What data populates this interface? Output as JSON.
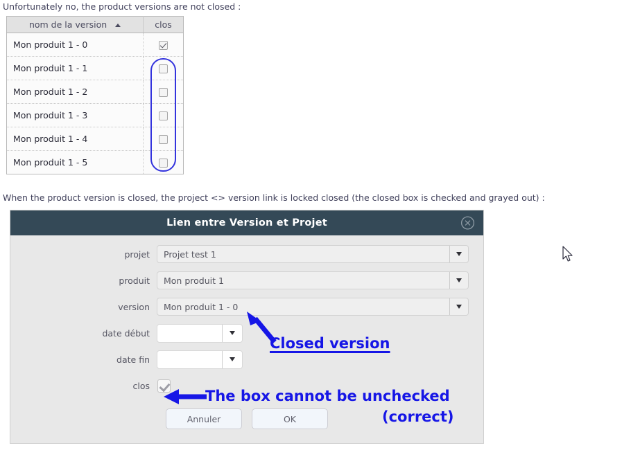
{
  "captions": {
    "top": "Unfortunately no, the product versions are not closed :",
    "middle": "When the product version is closed, the project <> version link is locked closed (the closed box is checked and grayed out) :"
  },
  "versions_table": {
    "columns": [
      "nom de la version",
      "clos"
    ],
    "sort": {
      "column": "nom de la version",
      "direction": "ascending",
      "icon": "sort-ascending-icon"
    },
    "rows": [
      {
        "name": "Mon produit 1 - 0",
        "closed": true
      },
      {
        "name": "Mon produit 1 - 1",
        "closed": false
      },
      {
        "name": "Mon produit 1 - 2",
        "closed": false
      },
      {
        "name": "Mon produit 1 - 3",
        "closed": false
      },
      {
        "name": "Mon produit 1 - 4",
        "closed": false
      },
      {
        "name": "Mon produit 1 - 5",
        "closed": false
      }
    ]
  },
  "dialog": {
    "title": "Lien entre Version et Projet",
    "close_icon": "close-circle-icon",
    "fields": [
      {
        "label": "projet",
        "value": "Projet test 1",
        "type": "select",
        "arrow_icon": "chevron-down-icon"
      },
      {
        "label": "produit",
        "value": "Mon produit 1",
        "type": "select",
        "arrow_icon": "chevron-down-icon"
      },
      {
        "label": "version",
        "value": "Mon produit 1 - 0",
        "type": "select",
        "arrow_icon": "chevron-down-icon"
      },
      {
        "label": "date début",
        "value": "",
        "type": "date",
        "arrow_icon": "chevron-down-icon"
      },
      {
        "label": "date fin",
        "value": "",
        "type": "date",
        "arrow_icon": "chevron-down-icon"
      },
      {
        "label": "clos",
        "value": "checked",
        "type": "checkbox-disabled"
      }
    ],
    "buttons": {
      "cancel": "Annuler",
      "ok": "OK"
    }
  },
  "annotations": {
    "closed_version": "Closed version",
    "cannot_uncheck": "The box cannot be unchecked",
    "correct": "(correct)",
    "color": "#1616e6",
    "highlight_color": "#3333dd"
  },
  "cursor": {
    "icon": "mouse-pointer-icon"
  }
}
